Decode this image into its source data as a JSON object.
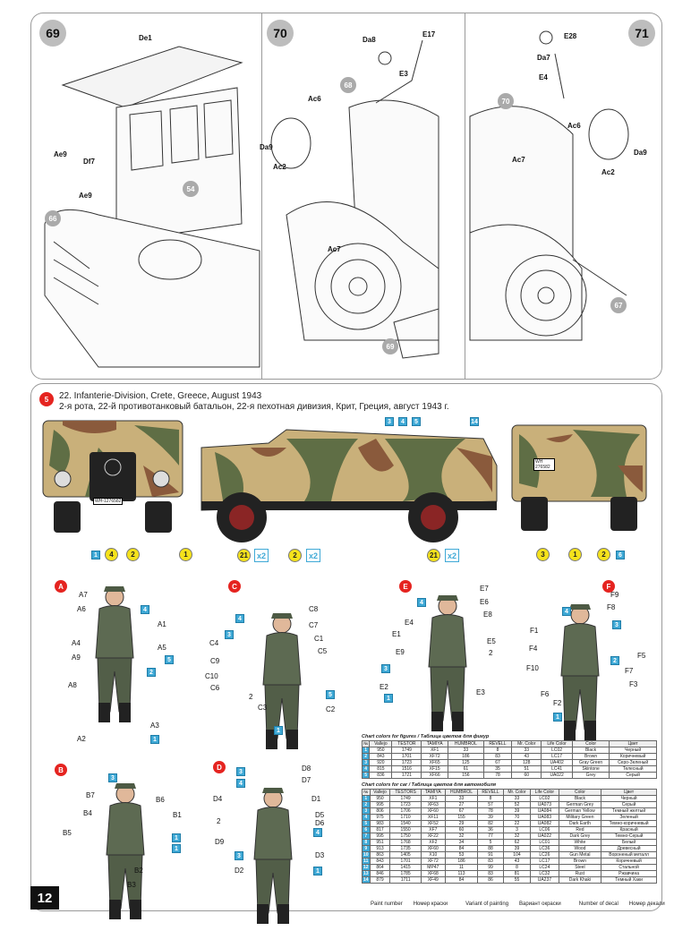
{
  "page_number": "12",
  "steps": [
    {
      "number": "69",
      "labels": [
        "De1",
        "Ae9",
        "Df7",
        "Ae9"
      ],
      "parts": [
        "54",
        "66"
      ]
    },
    {
      "number": "70",
      "labels": [
        "Da8",
        "E17",
        "E3",
        "Ac6",
        "Da9",
        "Ac2",
        "Ac7"
      ],
      "parts": [
        "68",
        "69"
      ]
    },
    {
      "number": "71",
      "labels": [
        "E28",
        "Da7",
        "E4",
        "Ac6",
        "Ac7",
        "Ac2",
        "Da9"
      ],
      "parts": [
        "70",
        "67"
      ]
    }
  ],
  "painting": {
    "variant": "5",
    "title_en": "22. Infanterie-Division, Crete, Greece, August 1943",
    "title_ru": "2-я рота, 22-й противотанковый батальон, 22-я пехотная дивизия, Крит, Греция, август 1943 г.",
    "plate_front": "WH-1276582",
    "plate_rear": "WH 276582",
    "front_callouts": {
      "paint": [
        "1"
      ],
      "decals": [
        "4",
        "2",
        "1"
      ]
    },
    "side_callouts": {
      "top_paint": [
        "3",
        "4",
        "5",
        "14"
      ],
      "decals": [
        "21",
        "2",
        "21"
      ],
      "mult": "x2"
    },
    "rear_callouts": {
      "decals": [
        "3",
        "1",
        "2"
      ],
      "paint": [
        "6"
      ]
    }
  },
  "figures": [
    {
      "letter": "A",
      "labels": [
        "A7",
        "A6",
        "4",
        "A1",
        "A4",
        "A5",
        "A9",
        "5",
        "2",
        "A8",
        "A3",
        "A2",
        "1"
      ]
    },
    {
      "letter": "B",
      "labels": [
        "3",
        "B7",
        "B6",
        "B4",
        "B1",
        "B5",
        "1",
        "1",
        "B2",
        "B3"
      ]
    },
    {
      "letter": "C",
      "labels": [
        "C8",
        "4",
        "C7",
        "3",
        "C1",
        "C4",
        "C5",
        "C9",
        "C10",
        "2",
        "C6",
        "5",
        "C3",
        "C2",
        "1"
      ]
    },
    {
      "letter": "D",
      "labels": [
        "3",
        "4",
        "D8",
        "D7",
        "D4",
        "D1",
        "D5",
        "2",
        "D6",
        "4",
        "D9",
        "3",
        "D3",
        "D2",
        "1"
      ]
    },
    {
      "letter": "E",
      "labels": [
        "E7",
        "4",
        "E6",
        "E8",
        "E4",
        "E1",
        "E5",
        "E9",
        "2",
        "3",
        "E2",
        "E3",
        "1"
      ]
    },
    {
      "letter": "F",
      "labels": [
        "F9",
        "F8",
        "4",
        "3",
        "F1",
        "F4",
        "F5",
        "2",
        "F10",
        "F7",
        "F6",
        "F3",
        "F2",
        "1"
      ]
    }
  ],
  "tables": {
    "headers": [
      "№",
      "Vallejo",
      "TESTOR",
      "TAMIYA",
      "HUMBROL",
      "REVELL",
      "Mr. Color",
      "Life Color",
      "Color",
      "Цвет"
    ],
    "figures_caption": "Chart colors for figures / Таблица цветов для фигур",
    "figures_rows": [
      [
        "1",
        "950",
        "1749",
        "XF1",
        "33",
        "8",
        "33",
        "LC02",
        "Black",
        "Черный"
      ],
      [
        "2",
        "843",
        "1701",
        "XF72",
        "186",
        "83",
        "43",
        "LC17",
        "Brown",
        "Коричневый"
      ],
      [
        "3",
        "920",
        "1723",
        "XF65",
        "125",
        "67",
        "128",
        "UA402",
        "Gray Green",
        "Серо-Зеленый"
      ],
      [
        "4",
        "815",
        "1516",
        "XF15",
        "61",
        "35",
        "51",
        "LC41",
        "Skintone",
        "Телесный"
      ],
      [
        "5",
        "836",
        "1721",
        "XF66",
        "156",
        "78",
        "60",
        "UA022",
        "Grey",
        "Серый"
      ]
    ],
    "car_caption": "Chart colors for car / Таблица цветов для автомобиля",
    "car_headers_testor": "TESTORS",
    "car_rows": [
      [
        "1",
        "950",
        "1749",
        "XF1",
        "33",
        "8",
        "33",
        "LC02",
        "Black",
        "Черный"
      ],
      [
        "2",
        "995",
        "1723",
        "XF63",
        "27",
        "57",
        "52",
        "UA073",
        "German Grey",
        "Серый"
      ],
      [
        "3",
        "806",
        "1706",
        "XF60",
        "67",
        "78",
        "39",
        "UA084",
        "German Yellow",
        "Темный желтый"
      ],
      [
        "4",
        "975",
        "1710",
        "XF11",
        "155",
        "39",
        "70",
        "UA083",
        "Military Green",
        "Зеленый"
      ],
      [
        "5",
        "983",
        "1540",
        "XF52",
        "29",
        "82",
        "22",
        "UA082",
        "Dark Earth",
        "Темно-коричневый"
      ],
      [
        "6",
        "817",
        "1550",
        "XF7",
        "60",
        "36",
        "3",
        "LC06",
        "Red",
        "Красный"
      ],
      [
        "7",
        "995",
        "1750",
        "XF22",
        "32",
        "77",
        "32",
        "UA022",
        "Dark Grey",
        "Темно-Серый"
      ],
      [
        "8",
        "951",
        "1768",
        "XF2",
        "34",
        "5",
        "62",
        "LC01",
        "White",
        "Белый"
      ],
      [
        "9",
        "913",
        "1735",
        "XF60",
        "84",
        "88",
        "39",
        "LC36",
        "Wood",
        "Древесный"
      ],
      [
        "10",
        "863",
        "1405",
        "X10",
        "53",
        "91",
        "104",
        "LC26",
        "Gun Metal",
        "Вороненый металл"
      ],
      [
        "11",
        "843",
        "1701",
        "XF72",
        "186",
        "83",
        "43",
        "LC17",
        "Brown",
        "Коричневый"
      ],
      [
        "12",
        "864",
        "1415",
        "MP47",
        "11",
        "99",
        "8",
        "LC24",
        "Steel",
        "Стальной"
      ],
      [
        "13",
        "846",
        "1785",
        "XF68",
        "113",
        "83",
        "81",
        "LC32",
        "Rust",
        "Ржавчина"
      ],
      [
        "14",
        "879",
        "1711",
        "XF49",
        "84",
        "86",
        "55",
        "UA237",
        "Dark Khaki",
        "Темный Хаки"
      ]
    ]
  },
  "legend": {
    "paint_en": "Paint number",
    "paint_ru": "Номер краски",
    "variant_en": "Variant of painting",
    "variant_ru": "Вариант окраски",
    "decal_en": "Number of decal",
    "decal_ru": "Номер декали"
  },
  "colors": {
    "paint_blue": "#3fa9d6",
    "variant_red": "#e52420",
    "decal_yellow": "#f5e21b",
    "camo_sand": "#c9b07a",
    "camo_green": "#5f6e45",
    "camo_brown": "#8a5a3c"
  }
}
